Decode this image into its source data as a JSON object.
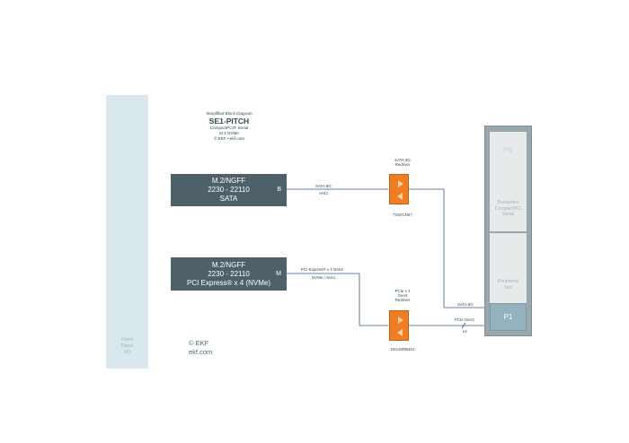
{
  "header": {
    "subtitle": "Simplified Block Diagram",
    "title": "SE1-PITCH",
    "line1": "CompactPCI® Serial",
    "line2": "M.2 NVMe",
    "line3": "© EKF  •  ekf.com"
  },
  "front_panel": {
    "line1": "Front",
    "line2": "Panel",
    "line3": "I/O"
  },
  "module_sata": {
    "line1": "M.2/NGFF",
    "line2": "2230 - 22110",
    "line3": "SATA",
    "key": "B"
  },
  "module_nvme": {
    "line1": "M.2/NGFF",
    "line2": "2230 - 22110",
    "line3": "PCI Express® x 4 (NVMe)",
    "key": "M"
  },
  "link_sata": {
    "top": "SATA 6G",
    "bottom": "AHCI"
  },
  "link_pcie": {
    "top": "PCI Express® x 4 Gen3",
    "bottom": "NVMe / AHCI"
  },
  "redriver_sata": {
    "title1": "SATA 6G",
    "title2": "Redriver",
    "part": "TSO/CNII7"
  },
  "redriver_pcie": {
    "title1": "PCIe x 4",
    "title2": "Gen3",
    "title3": "Redriver",
    "part": "DS125RB401"
  },
  "backplane": {
    "p6": "P6",
    "bp1": "Backplane",
    "bp2": "CompactPCI",
    "bp3": "Serial",
    "per1": "Peripheral",
    "per2": "Slot",
    "p1": "P1",
    "sata_label": "SATA 6G",
    "pcie_label": "PCIe Gen3",
    "pcie_lanes": "x4"
  },
  "footer": {
    "copyright": "© EKF",
    "url": "ekf.com"
  },
  "colors": {
    "module": "#4f6168",
    "redriver": "#ef7d22",
    "front_panel": "#d9e8ed",
    "wire": "#375a8c",
    "p1": "#93b2bd"
  }
}
